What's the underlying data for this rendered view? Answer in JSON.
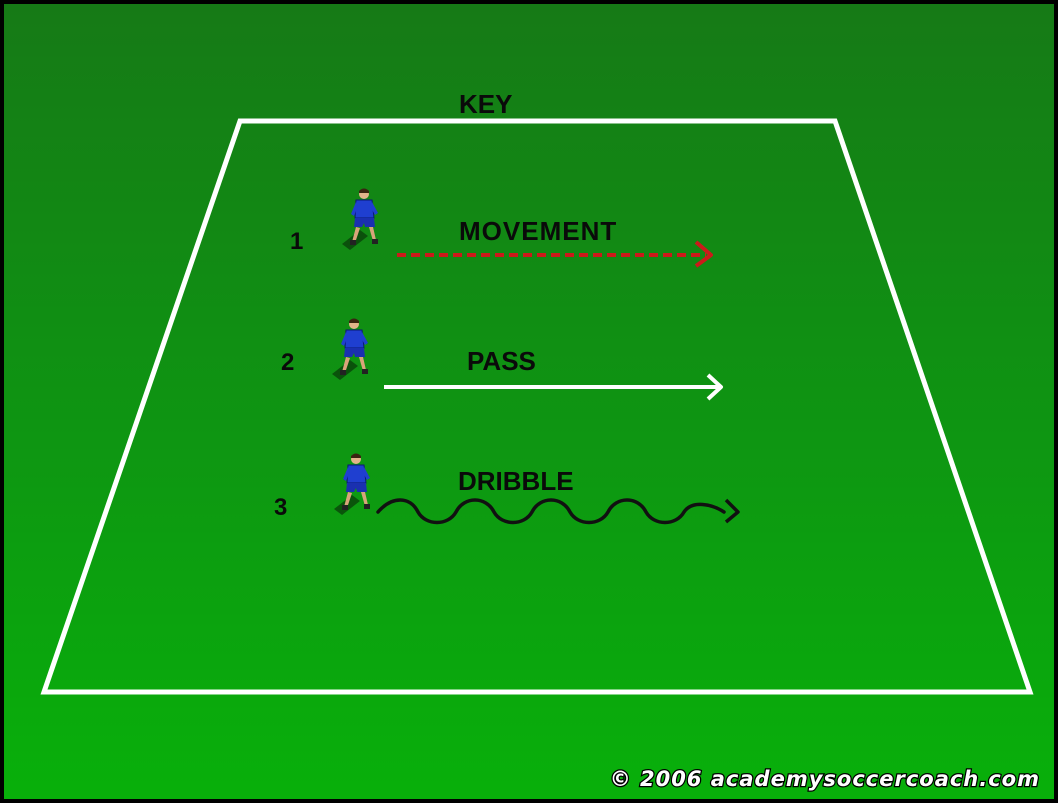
{
  "title": "KEY",
  "items": [
    {
      "number": "1",
      "label": "MOVEMENT",
      "line": "dashed-red-arrow",
      "color": "#cc1a1a"
    },
    {
      "number": "2",
      "label": "PASS",
      "line": "solid-white-arrow",
      "color": "#ffffff"
    },
    {
      "number": "3",
      "label": "DRIBBLE",
      "line": "wavy-black-arrow",
      "color": "#111111"
    }
  ],
  "watermark": "© 2006 academysoccercoach.com",
  "colors": {
    "field_top": "#157a15",
    "field_bottom": "#0aae0a",
    "player_shirt": "#1f3fd0",
    "field_lines": "#ffffff"
  }
}
